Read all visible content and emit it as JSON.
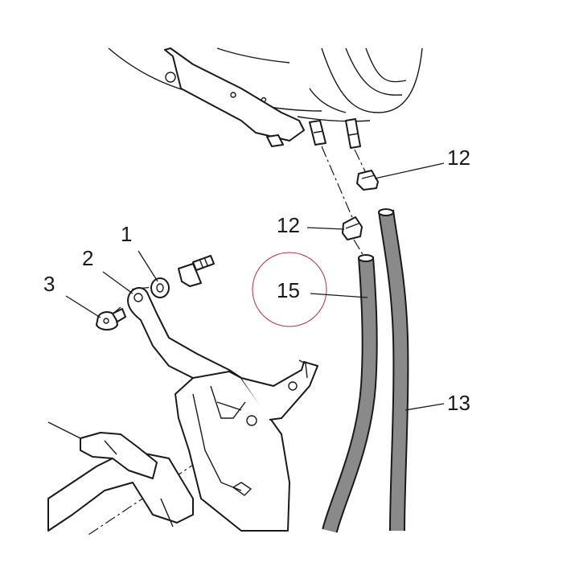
{
  "diagram": {
    "callouts": [
      {
        "id": "label-1",
        "text": "1"
      },
      {
        "id": "label-2",
        "text": "2"
      },
      {
        "id": "label-3",
        "text": "3"
      },
      {
        "id": "label-12a",
        "text": "12"
      },
      {
        "id": "label-12b",
        "text": "12"
      },
      {
        "id": "label-13",
        "text": "13"
      },
      {
        "id": "label-15",
        "text": "15"
      }
    ],
    "colors": {
      "line": "#1a1a1a",
      "hose_fill": "#8a8a8a",
      "highlight_circle": "#b0304a",
      "background": "#ffffff"
    },
    "highlighted_callout": "15"
  }
}
